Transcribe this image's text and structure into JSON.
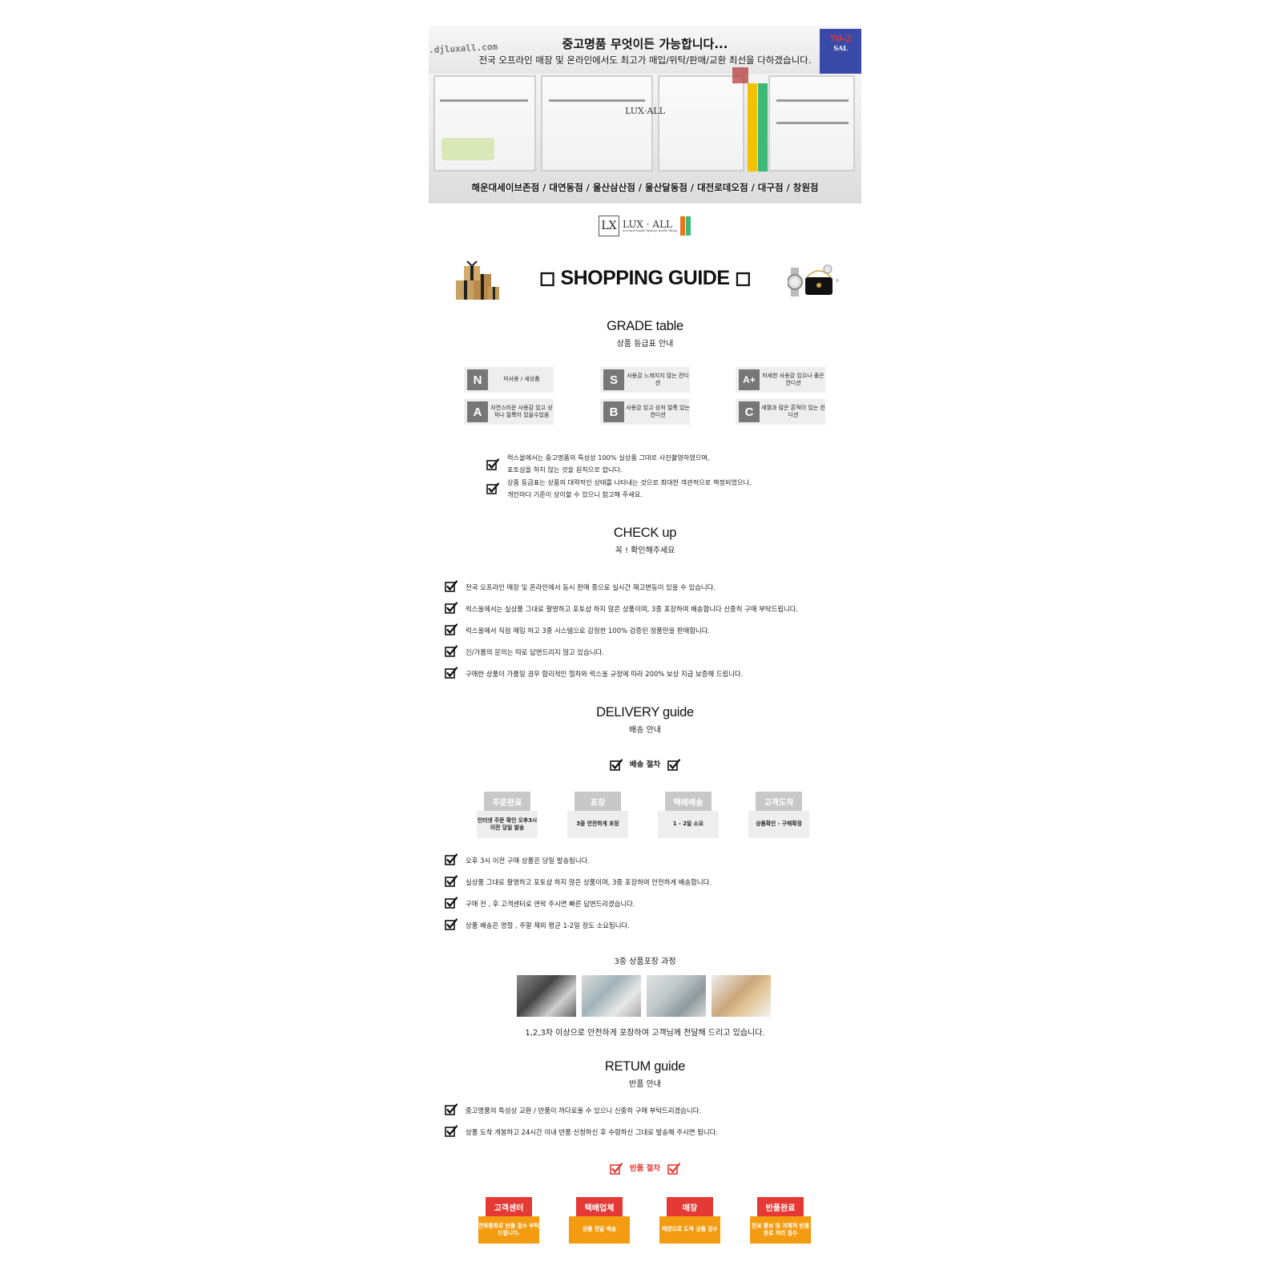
{
  "banner": {
    "url": ".djluxall.com",
    "sale_top": "70-2",
    "sale_bottom": "SAL",
    "headline": "중고명품 무엇이든 가능합니다...",
    "subline": "전국 오프라인 매장 및 온라인에서도 최고가 매입/위탁/판매/교환 최선을 다하겠습니다.",
    "shop_logo_text": "LUX·ALL",
    "branches": "해운대세이브존점 / 대연동점 / 울산삼산점 / 울산달동점 / 대전로데오점 / 대구점 / 창원점"
  },
  "logo": {
    "mark": "LX",
    "name": "LUX · ALL",
    "tagline": "second hand luxury multi shop",
    "bar_colors": [
      "#e8731a",
      "#3cb878"
    ]
  },
  "title": "◻ SHOPPING GUIDE ◻",
  "grade_section": {
    "title_en": "GRADE table",
    "title_ko": "상품 등급표 안내",
    "grades": [
      {
        "key": "N",
        "desc": "미사용 / 새상품"
      },
      {
        "key": "S",
        "desc": "사용감 느껴지지 않는 컨디션"
      },
      {
        "key": "A+",
        "desc": "미세한 사용감 있으나 좋은 컨디션"
      },
      {
        "key": "A",
        "desc": "자연스러운 사용감 있고 상처나 얼룩이 있을수있음"
      },
      {
        "key": "B",
        "desc": "사용감 있고 상처 얼룩 있는 컨디션"
      },
      {
        "key": "C",
        "desc": "세월과 많은 흔적이 있는 컨디션"
      }
    ],
    "notes": [
      {
        "line1": "럭스올에서는 중고명품의 특성상 100% 실상품 그대로 사진촬영하였으며,",
        "line2": "포토샵을 하지 않는 것을 원칙으로 합니다."
      },
      {
        "line1": "상품 등급표는 상품의 대략적인 상태를 나타내는 것으로  최대한 객관적으로 책정되었으나,",
        "line2": "개인마다 기준이 상이할 수 있으니 참고해 주세요."
      }
    ]
  },
  "check_section": {
    "title_en": "CHECK up",
    "title_ko": "꼭 ! 확인해주세요",
    "items": [
      "전국 오프라인 매장 및 온라인에서 동시 판매 중으로 실시간 재고변동이 있을 수 있습니다.",
      "럭스올에서는 실상품 그대로 촬영하고 포토샵 하지 않은 상품이며, 3중 포장하여 배송합니다 신중히 구매 부탁드립니다.",
      "럭스올에서 직접 매입 하고 3중 시스템으로 감정한 100% 검증된 정품만을 판매합니다.",
      "진/가품의 문의는 따로 답변드리지 않고 있습니다.",
      "구매한 상품이 가품일 경우 합리적인 절차와 럭스올 규정에 따라 200% 보상 지급 보증해 드립니다."
    ]
  },
  "delivery_section": {
    "title_en": "DELIVERY guide",
    "title_ko": "배송 안내",
    "process_label": "배송 절차",
    "steps": [
      {
        "tab": "주문완료",
        "desc": "인터넷 주문 확인 오후3시 이전 당일 발송"
      },
      {
        "tab": "포장",
        "desc": "3중 안전하게 포장"
      },
      {
        "tab": "택배배송",
        "desc": "1 - 2일 소요"
      },
      {
        "tab": "고객도착",
        "desc": "상품확인  - 구매확정"
      }
    ],
    "items": [
      "오후 3시 이전 구매 상품은 당일 발송됩니다.",
      "실상품 그대로 촬영하고 포토샵 하지 않은 상품이며, 3중 포장하여 안전하게 배송합니다.",
      "구매 전 , 후 고객센터로 연락 주시면 빠른 답변드리겠습니다.",
      "상품 배송은 명절 , 주말 제외 평균 1-2일 정도 소요됩니다."
    ],
    "packing_title": "3중 상품포장 과정",
    "packing_arrow": ">",
    "packing_caption": "1,2,3차 이상으로 안전하게 포장하여 고객님께 전달해 드리고 있습니다."
  },
  "return_section": {
    "title_en": "RETUM guide",
    "title_ko": "반품 안내",
    "items": [
      "중고명품의 특성상 교환 / 반품이 까다로울 수 있으니 신중히 구매 부탁드리겠습니다.",
      "상품 도착 개봉하고 24시간 이내 반품 신청하신 후  수령하신 그대로 발송해 주시면 됩니다."
    ],
    "process_label": "반품 절차",
    "steps": [
      {
        "tab": "고객센터",
        "desc": "전화통화로 반품 접수 부탁드립니다."
      },
      {
        "tab": "택배업체",
        "desc": "상품 전달 배송"
      },
      {
        "tab": "매장",
        "desc": "매장으로 도착 상품 검수"
      },
      {
        "tab": "반품완료",
        "desc": "전표 통보 및 자체적 반품 완료 처리 접수"
      }
    ]
  },
  "colors": {
    "accent_red": "#e53935",
    "accent_orange": "#f39c12",
    "grade_key": "#777777"
  }
}
